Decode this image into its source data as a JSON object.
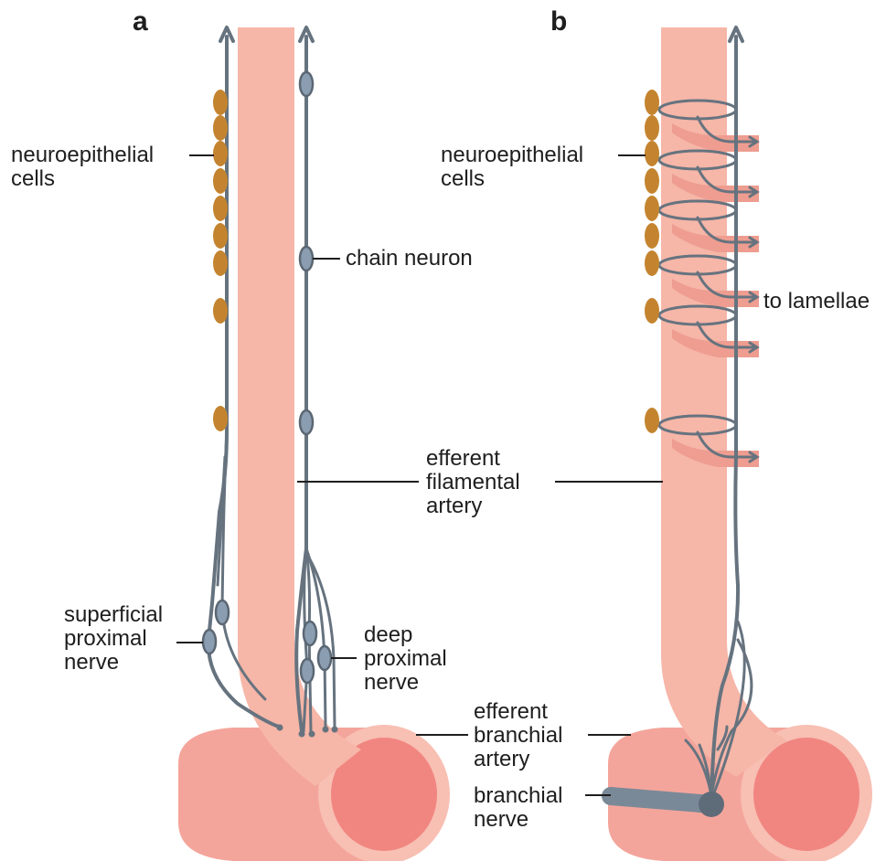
{
  "panels": {
    "a": "a",
    "b": "b"
  },
  "labels": {
    "neuroepithelial_a_line1": "neuroepithelial",
    "neuroepithelial_a_line2": "cells",
    "chain_neuron": "chain neuron",
    "efferent_filamental_line1": "efferent",
    "efferent_filamental_line2": "filamental",
    "efferent_filamental_line3": "artery",
    "superficial_line1": "superficial",
    "superficial_line2": "proximal",
    "superficial_line3": "nerve",
    "deep_line1": "deep",
    "deep_line2": "proximal",
    "deep_line3": "nerve",
    "efferent_branchial_line1": "efferent",
    "efferent_branchial_line2": "branchial",
    "efferent_branchial_line3": "artery",
    "branchial_nerve_line1": "branchial",
    "branchial_nerve_line2": "nerve",
    "neuroepithelial_b_line1": "neuroepithelial",
    "neuroepithelial_b_line2": "cells",
    "to_lamellae": "to lamellae"
  },
  "colors": {
    "artery": "#f6b6a8",
    "artery_lumen": "#f18681",
    "nerve": "#66737f",
    "neuron": "#8b9db1",
    "neuroepithelial_cell": "#c4842f"
  }
}
